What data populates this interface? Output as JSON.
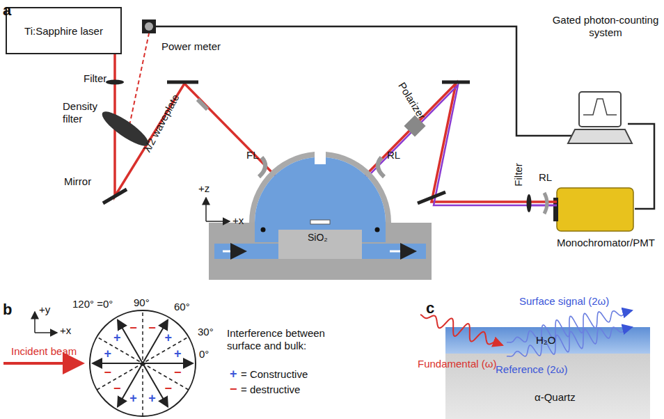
{
  "diagram": {
    "nodes": [
      {
        "text": [
          "Ti:Sapphire laser"
        ]
      }
    ],
    "labels": [
      "a",
      "Power meter",
      "Gated photon-counting system",
      "Filter",
      "Density filter",
      "Mirror",
      "λ/2 waveplate",
      "FL",
      "RL",
      "Polarizer",
      "Filter",
      "RL",
      "Monochromator/PMT",
      "+z",
      "+x",
      "SiO₂",
      "b",
      "+y",
      "+x",
      "Incident beam",
      "120° =0°",
      "90°",
      "60°",
      "30°",
      "0°",
      "+",
      "+",
      "−",
      "−",
      "+",
      "+",
      "−",
      "−",
      "+",
      "+",
      "−",
      "−",
      "Interference between surface and bulk:",
      "+",
      "= Constructive",
      "−",
      "= destructive",
      "c",
      "Surface signal (2ω)",
      "H₂O",
      "Fundamental (ω)",
      "Reference (2ω)",
      "α-Quartz"
    ]
  }
}
